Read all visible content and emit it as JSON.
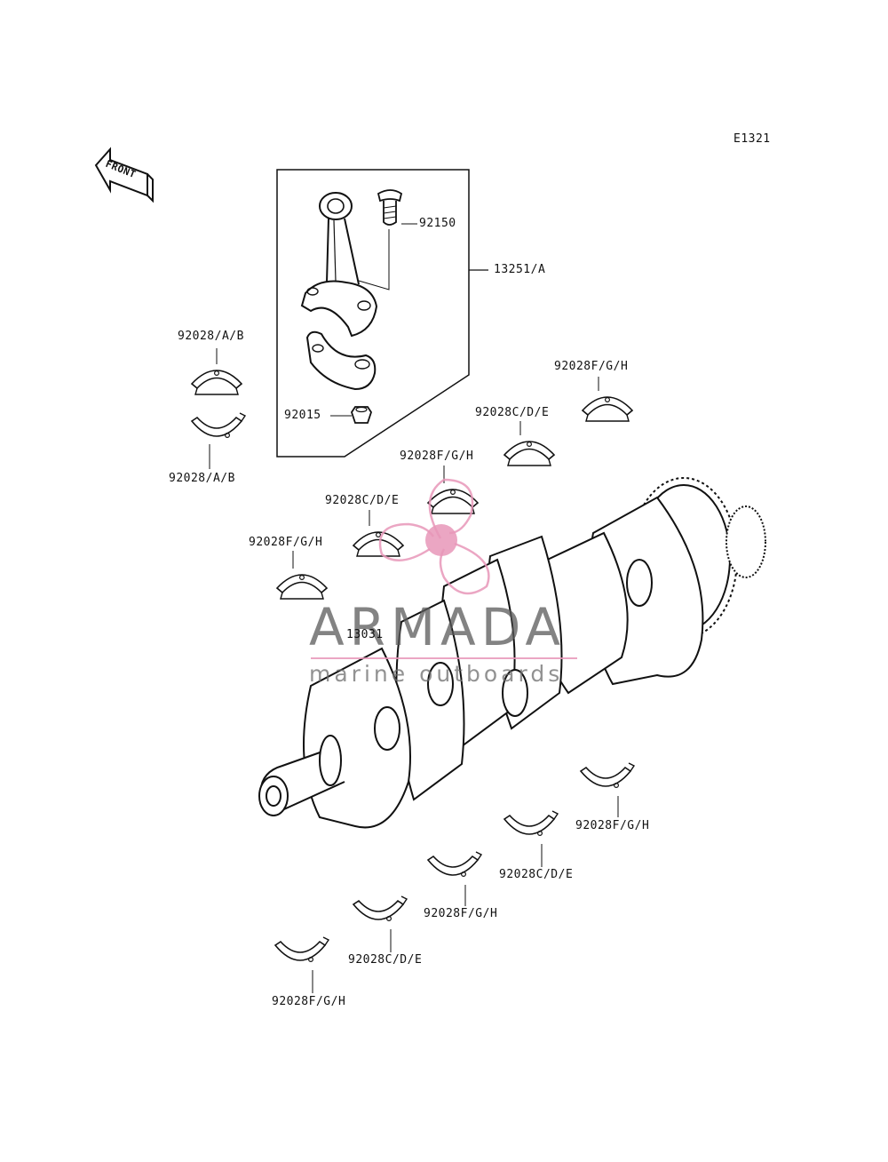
{
  "diagram": {
    "code": "E1321",
    "front_marker": "FRONT",
    "labels": [
      {
        "id": "bolt",
        "text": "92150"
      },
      {
        "id": "conrod",
        "text": "13251/A"
      },
      {
        "id": "nut",
        "text": "92015"
      },
      {
        "id": "rod-bearing-upper",
        "text": "92028/A/B"
      },
      {
        "id": "rod-bearing-lower",
        "text": "92028/A/B"
      },
      {
        "id": "main-upper-1",
        "text": "92028F/G/H"
      },
      {
        "id": "main-upper-2",
        "text": "92028C/D/E"
      },
      {
        "id": "main-upper-3",
        "text": "92028F/G/H"
      },
      {
        "id": "main-upper-4",
        "text": "92028C/D/E"
      },
      {
        "id": "main-upper-5",
        "text": "92028F/G/H"
      },
      {
        "id": "crankshaft",
        "text": "13031"
      },
      {
        "id": "main-lower-1",
        "text": "92028F/G/H"
      },
      {
        "id": "main-lower-2",
        "text": "92028C/D/E"
      },
      {
        "id": "main-lower-3",
        "text": "92028F/G/H"
      },
      {
        "id": "main-lower-4",
        "text": "92028C/D/E"
      },
      {
        "id": "main-lower-5",
        "text": "92028F/G/H"
      }
    ]
  },
  "watermark": {
    "brand": "ARMADA",
    "tagline": "marine outboards",
    "accent_color": "#e8a0c0",
    "text_color": "#5a5a5a"
  }
}
